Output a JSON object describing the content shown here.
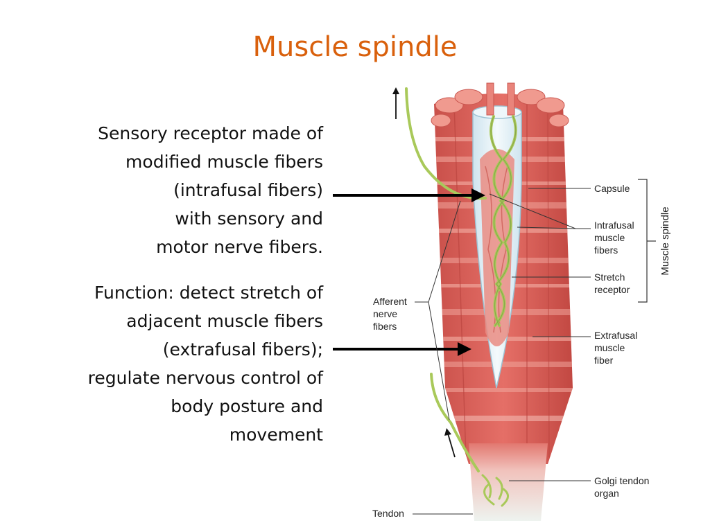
{
  "slide": {
    "title": "Muscle spindle",
    "block1_lines": [
      "Sensory receptor made of",
      "modified muscle fibers",
      "(intrafusal fibers)",
      "with sensory and",
      "motor nerve fibers."
    ],
    "block2_lines": [
      "Function: detect stretch of",
      "adjacent muscle fibers",
      "(extrafusal fibers);",
      "regulate nervous control of",
      "body posture and",
      "movement"
    ]
  },
  "diagram": {
    "labels": {
      "capsule": "Capsule",
      "intrafusal": [
        "Intrafusal",
        "muscle",
        "fibers"
      ],
      "stretch": [
        "Stretch",
        "receptor"
      ],
      "extrafusal": [
        "Extrafusal",
        "muscle",
        "fiber"
      ],
      "golgi": [
        "Golgi tendon",
        "organ"
      ],
      "tendon": "Tendon",
      "afferent": [
        "Afferent",
        "nerve",
        "fibers"
      ],
      "muscle_spindle": "Muscle spindle"
    },
    "colors": {
      "title": "#d9600c",
      "muscle": "#d9625c",
      "muscle_light": "#f0a49a",
      "nerve": "#a9c95a",
      "capsule": "#dcecf4",
      "tendon": "#e8eeea"
    }
  }
}
